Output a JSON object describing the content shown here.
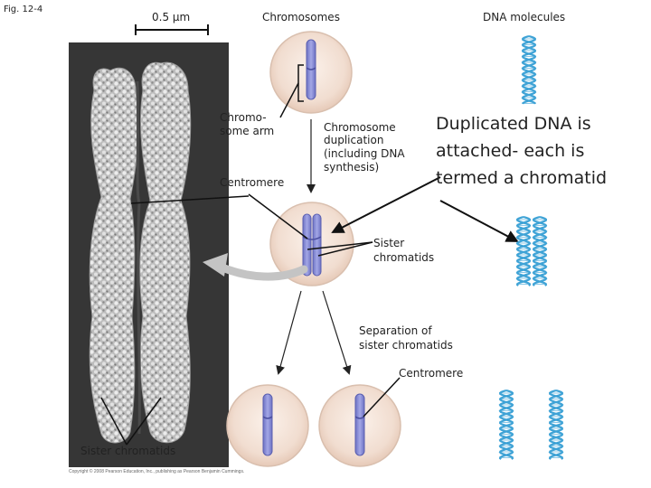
{
  "figure_label": "Fig. 12-4",
  "scale_bar": "0.5 µm",
  "labels": {
    "chromosomes": "Chromosomes",
    "dna_molecules": "DNA molecules",
    "chromosome_arm_1": "Chromo-",
    "chromosome_arm_2": "some arm",
    "centromere_top": "Centromere",
    "duplication_1": "Chromosome",
    "duplication_2": "duplication",
    "duplication_3": "(including DNA",
    "duplication_4": "synthesis)",
    "annotation_1": "Duplicated DNA is",
    "annotation_2": "attached- each is",
    "annotation_3": "termed a chromatid",
    "sister_1": "Sister",
    "sister_2": "chromatids",
    "separation_1": "Separation of",
    "separation_2": "sister chromatids",
    "centromere_bottom": "Centromere",
    "sister_chromatids_micro": "Sister chromatids"
  },
  "copyright": "Copyright © 2008 Pearson Education, Inc., publishing as Pearson Benjamin Cummings.",
  "colors": {
    "chromosome": "#8b8fd6",
    "chromosome_edge": "#5a5fb0",
    "cell_fill": "#f1ddd0",
    "cell_edge": "#d9bfae",
    "dna": "#3fa3d6",
    "micrograph_bg": "#3a3a3a",
    "micrograph_fg": "#d8d8d8"
  }
}
